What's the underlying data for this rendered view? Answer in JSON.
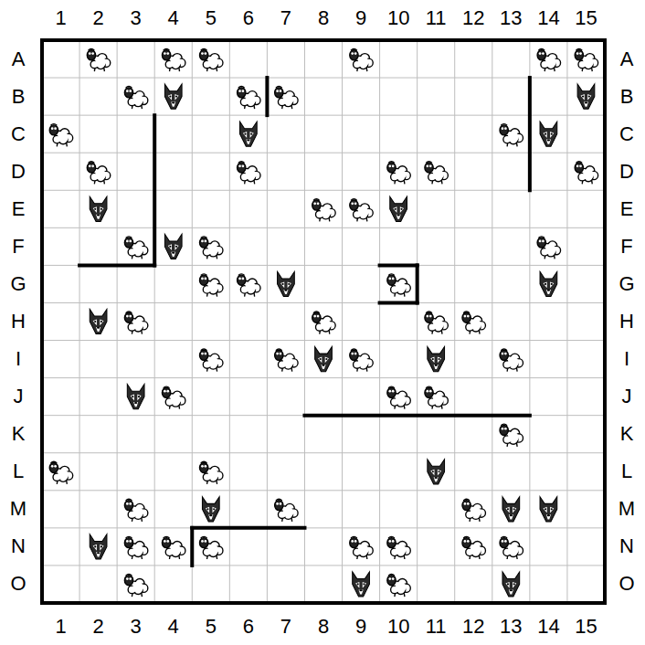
{
  "diagram": {
    "labels": [
      "1",
      "2",
      "3",
      "4",
      "5",
      "6",
      "7",
      "8",
      "9",
      "10",
      "11",
      "12",
      "13",
      "14",
      "15",
      "1",
      "2",
      "3",
      "4",
      "5",
      "6",
      "7",
      "8",
      "9",
      "10",
      "11",
      "12",
      "13",
      "14",
      "15",
      "A",
      "B",
      "C",
      "D",
      "E",
      "F",
      "G",
      "H",
      "I",
      "J",
      "K",
      "L",
      "M",
      "N",
      "O",
      "A",
      "B",
      "C",
      "D",
      "E",
      "F",
      "G",
      "H",
      "I",
      "J",
      "K",
      "L",
      "M",
      "N",
      "O"
    ]
  }
}
